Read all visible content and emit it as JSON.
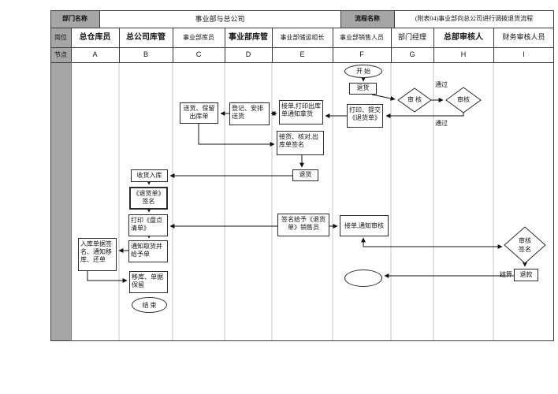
{
  "header": {
    "dept_label": "部门名称",
    "dept_value": "事业部与总公司",
    "process_label": "流程名称",
    "process_value": "(附表04)事业部向总公司进行调拨退货流程",
    "position_label": "岗位",
    "node_label": "节点"
  },
  "lanes": [
    {
      "position": "总仓库员",
      "node": "A"
    },
    {
      "position": "总公司库管",
      "node": "B"
    },
    {
      "position": "事业部库员",
      "node": "C"
    },
    {
      "position": "事业部库管",
      "node": "D"
    },
    {
      "position": "事业部储运组长",
      "node": "E"
    },
    {
      "position": "事业部销售人员",
      "node": "F"
    },
    {
      "position": "部门经理",
      "node": "G"
    },
    {
      "position": "总部审核人",
      "node": "H"
    },
    {
      "position": "财务审核人员",
      "node": "I"
    }
  ],
  "flow": {
    "start_label": "开 始",
    "f_return": "退货",
    "g_review": "审 核",
    "h_review": "审核",
    "pass_top": "通过",
    "pass_bottom": "通过",
    "f_print_submit": "打印、提交《退货单》",
    "e_take_order": "接单,打印出库单通知拿货",
    "d_register": "登记、安排送货",
    "c_deliver": "送货、保留出库单",
    "e_check": "接货、核对,出库单签名",
    "e_return": "退货",
    "b_receive": "收货入库",
    "b_sign": "《退货单》签名",
    "b_print_list": "打印《盘点清单》",
    "b_notify_pickup": "通知取货并给予单",
    "a_sign_move": "入库单据签名、通知移库、还单",
    "b_move_keep": "移库、单据保留",
    "end_label": "结 束",
    "e_sign_give": "签名给予《退货单》销售员",
    "f_notify_review": "接单,通知审核",
    "i_review_sign": "审核签名",
    "i_settle": "结算",
    "i_refund": "退款"
  },
  "colors": {
    "lane_header_fill": "#a6a6a6",
    "table_border": "#3a3a3a",
    "lane_divider": "#b8b8b8",
    "node_border": "#2b2b2b",
    "arrow": "#111111",
    "background": "#ffffff"
  }
}
